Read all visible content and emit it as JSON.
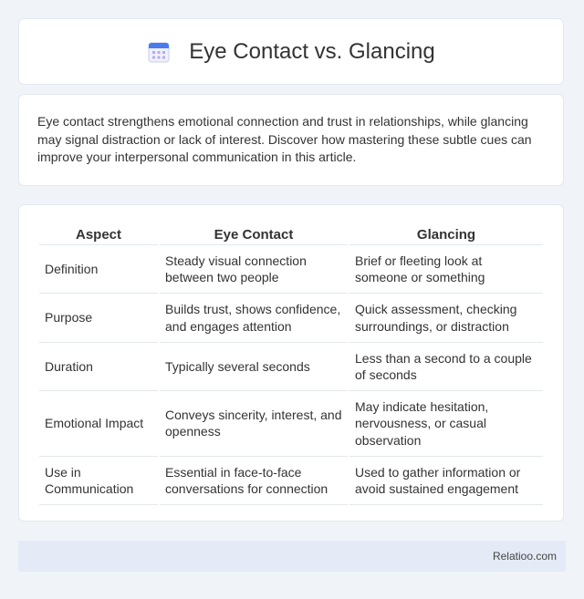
{
  "header": {
    "title": "Eye Contact vs. Glancing",
    "icon": "calendar-icon"
  },
  "intro": {
    "text": "Eye contact strengthens emotional connection and trust in relationships, while glancing may signal distraction or lack of interest. Discover how mastering these subtle cues can improve your interpersonal communication in this article."
  },
  "table": {
    "headers": [
      "Aspect",
      "Eye Contact",
      "Glancing"
    ],
    "rows": [
      [
        "Definition",
        "Steady visual connection between two people",
        "Brief or fleeting look at someone or something"
      ],
      [
        "Purpose",
        "Builds trust, shows confidence, and engages attention",
        "Quick assessment, checking surroundings, or distraction"
      ],
      [
        "Duration",
        "Typically several seconds",
        "Less than a second to a couple of seconds"
      ],
      [
        "Emotional Impact",
        "Conveys sincerity, interest, and openness",
        "May indicate hesitation, nervousness, or casual observation"
      ],
      [
        "Use in Communication",
        "Essential in face-to-face conversations for connection",
        "Used to gather information or avoid sustained engagement"
      ]
    ]
  },
  "footer": {
    "brand": "Relatioo.com"
  }
}
